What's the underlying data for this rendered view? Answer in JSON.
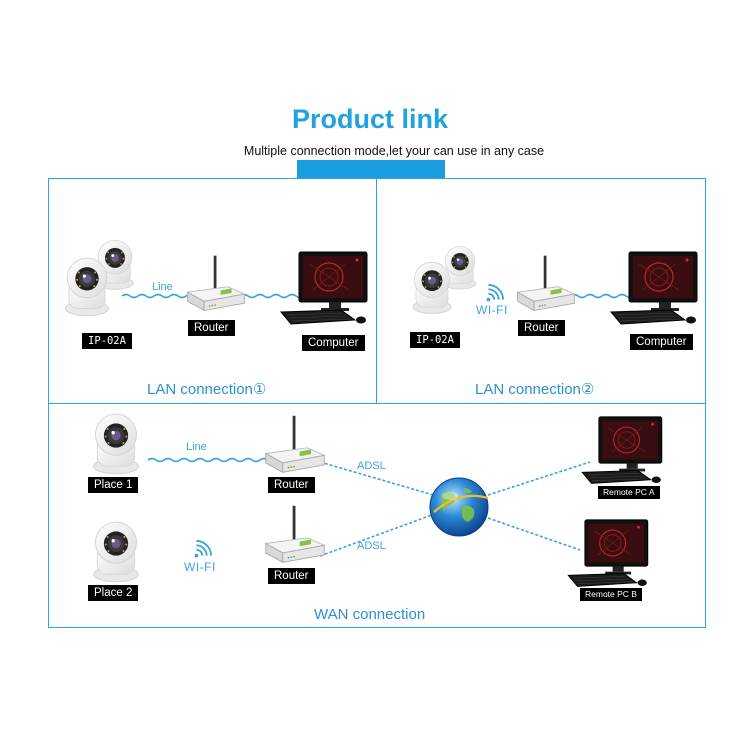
{
  "header": {
    "title": "Product link",
    "subtitle": "Multiple connection mode,let your can use in any case"
  },
  "colors": {
    "accent": "#1fa3df",
    "border": "#2ea7e0",
    "link": "#3aa2de",
    "label_bg": "#000000"
  },
  "lan1": {
    "caption": "LAN connection①",
    "camera_label": "IP-02A",
    "link_label": "Line",
    "router_label": "Router",
    "computer_label": "Computer"
  },
  "lan2": {
    "caption": "LAN connection②",
    "camera_label": "IP-02A",
    "link_label": "WI-FI",
    "router_label": "Router",
    "computer_label": "Computer"
  },
  "wan": {
    "caption": "WAN connection",
    "place1": {
      "label": "Place 1",
      "link_label": "Line",
      "router_label": "Router",
      "uplink_label": "ADSL"
    },
    "place2": {
      "label": "Place 2",
      "link_label": "WI-FI",
      "router_label": "Router",
      "uplink_label": "ADSL"
    },
    "remote_a": "Remote PC A",
    "remote_b": "Remote PC B"
  },
  "icons": [
    "ip-camera-icon",
    "router-icon",
    "computer-icon",
    "wifi-signal-icon",
    "globe-icon"
  ]
}
